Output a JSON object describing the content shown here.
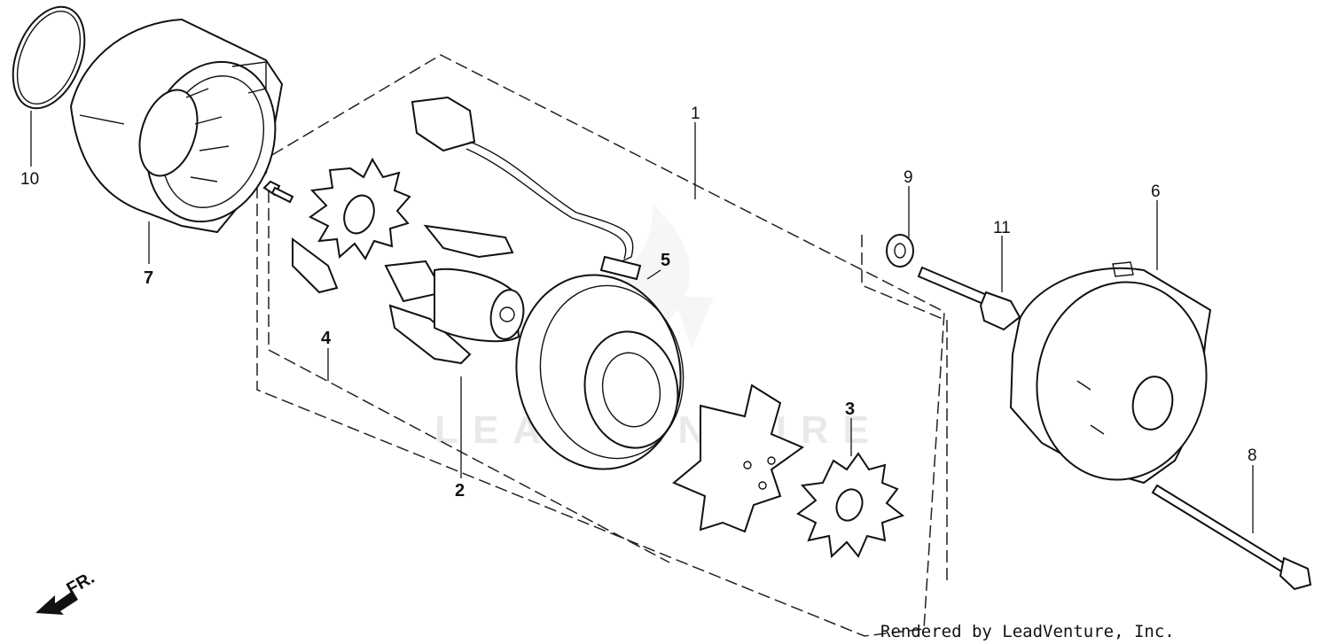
{
  "watermark": "LEADVENTURE",
  "direction_label": "FR.",
  "credit": "Rendered by LeadVenture, Inc.",
  "callouts": {
    "c1": "1",
    "c2": "2",
    "c3": "3",
    "c4": "4",
    "c5": "5",
    "c6": "6",
    "c7": "7",
    "c8": "8",
    "c9": "9",
    "c10": "10",
    "c11": "11"
  }
}
